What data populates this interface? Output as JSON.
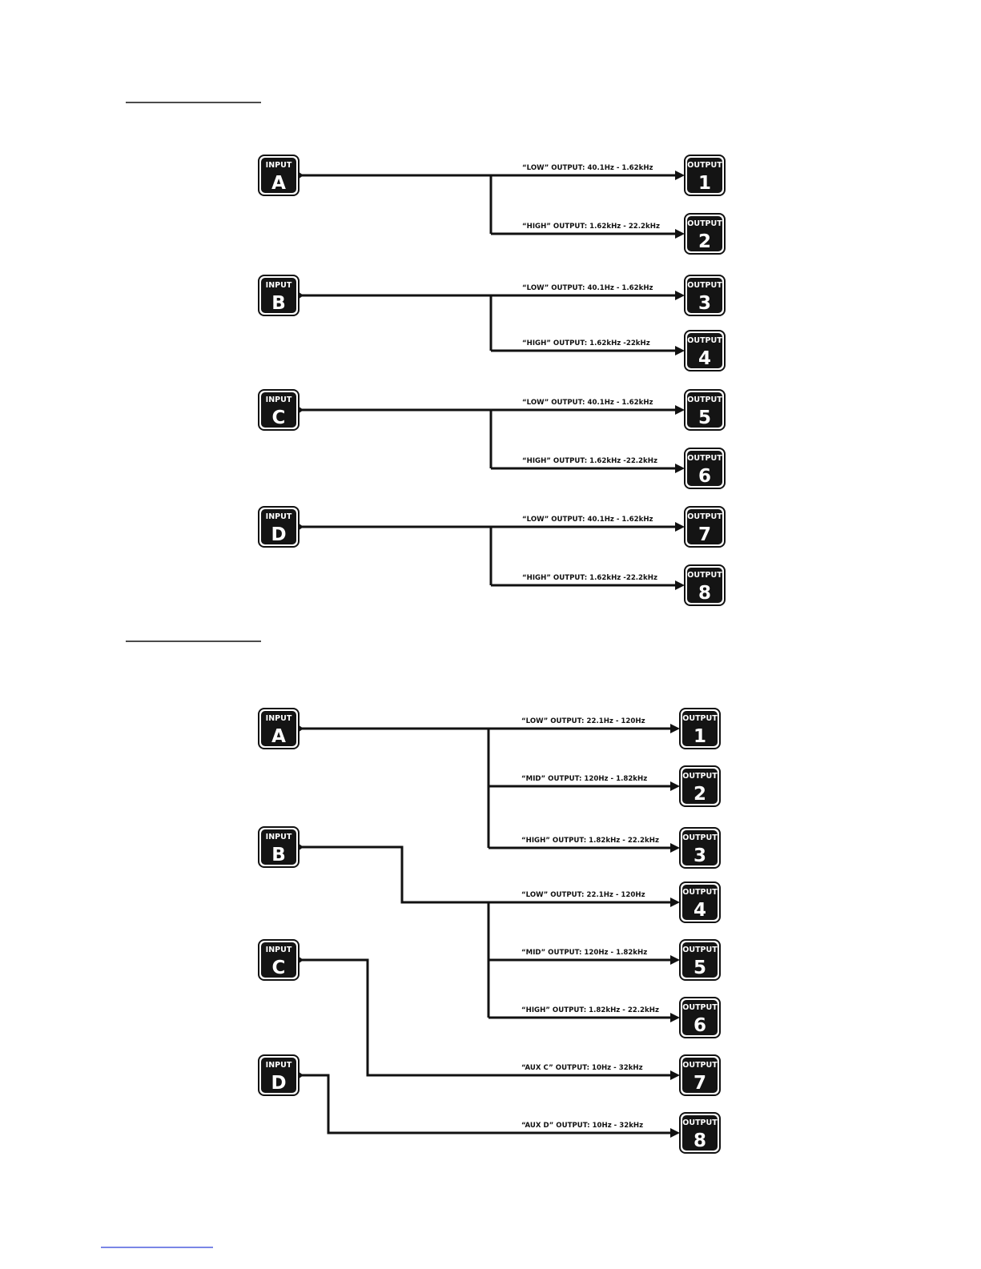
{
  "box_caption": {
    "input": "INPUT",
    "output": "OUTPUT"
  },
  "sections": [
    {
      "inputs": [
        {
          "id": "A",
          "targets": [
            1,
            2
          ]
        },
        {
          "id": "B",
          "targets": [
            3,
            4
          ]
        },
        {
          "id": "C",
          "targets": [
            5,
            6
          ]
        },
        {
          "id": "D",
          "targets": [
            7,
            8
          ]
        }
      ],
      "outputs": [
        {
          "id": "1",
          "label": "“LOW” OUTPUT:  40.1Hz - 1.62kHz"
        },
        {
          "id": "2",
          "label": "“HIGH” OUTPUT:  1.62kHz - 22.2kHz"
        },
        {
          "id": "3",
          "label": "“LOW” OUTPUT:  40.1Hz - 1.62kHz"
        },
        {
          "id": "4",
          "label": "“HIGH” OUTPUT:  1.62kHz -22kHz"
        },
        {
          "id": "5",
          "label": "“LOW” OUTPUT:  40.1Hz - 1.62kHz"
        },
        {
          "id": "6",
          "label": "“HIGH” OUTPUT:  1.62kHz -22.2kHz"
        },
        {
          "id": "7",
          "label": "“LOW” OUTPUT:  40.1Hz - 1.62kHz"
        },
        {
          "id": "8",
          "label": "“HIGH” OUTPUT:  1.62kHz -22.2kHz"
        }
      ]
    },
    {
      "inputs": [
        {
          "id": "A",
          "targets": [
            1,
            2,
            3
          ]
        },
        {
          "id": "B",
          "targets": [
            4,
            5,
            6
          ]
        },
        {
          "id": "C",
          "targets": [
            7
          ]
        },
        {
          "id": "D",
          "targets": [
            8
          ]
        }
      ],
      "outputs": [
        {
          "id": "1",
          "label": "“LOW” OUTPUT:  22.1Hz - 120Hz"
        },
        {
          "id": "2",
          "label": "“MID” OUTPUT:  120Hz - 1.82kHz"
        },
        {
          "id": "3",
          "label": "“HIGH” OUTPUT:  1.82kHz - 22.2kHz"
        },
        {
          "id": "4",
          "label": "“LOW” OUTPUT:  22.1Hz - 120Hz"
        },
        {
          "id": "5",
          "label": "“MID” OUTPUT:  120Hz - 1.82kHz"
        },
        {
          "id": "6",
          "label": "“HIGH” OUTPUT:  1.82kHz - 22.2kHz"
        },
        {
          "id": "7",
          "label": "“AUX C” OUTPUT:  10Hz - 32kHz"
        },
        {
          "id": "8",
          "label": "“AUX D” OUTPUT:  10Hz - 32kHz"
        }
      ]
    }
  ]
}
